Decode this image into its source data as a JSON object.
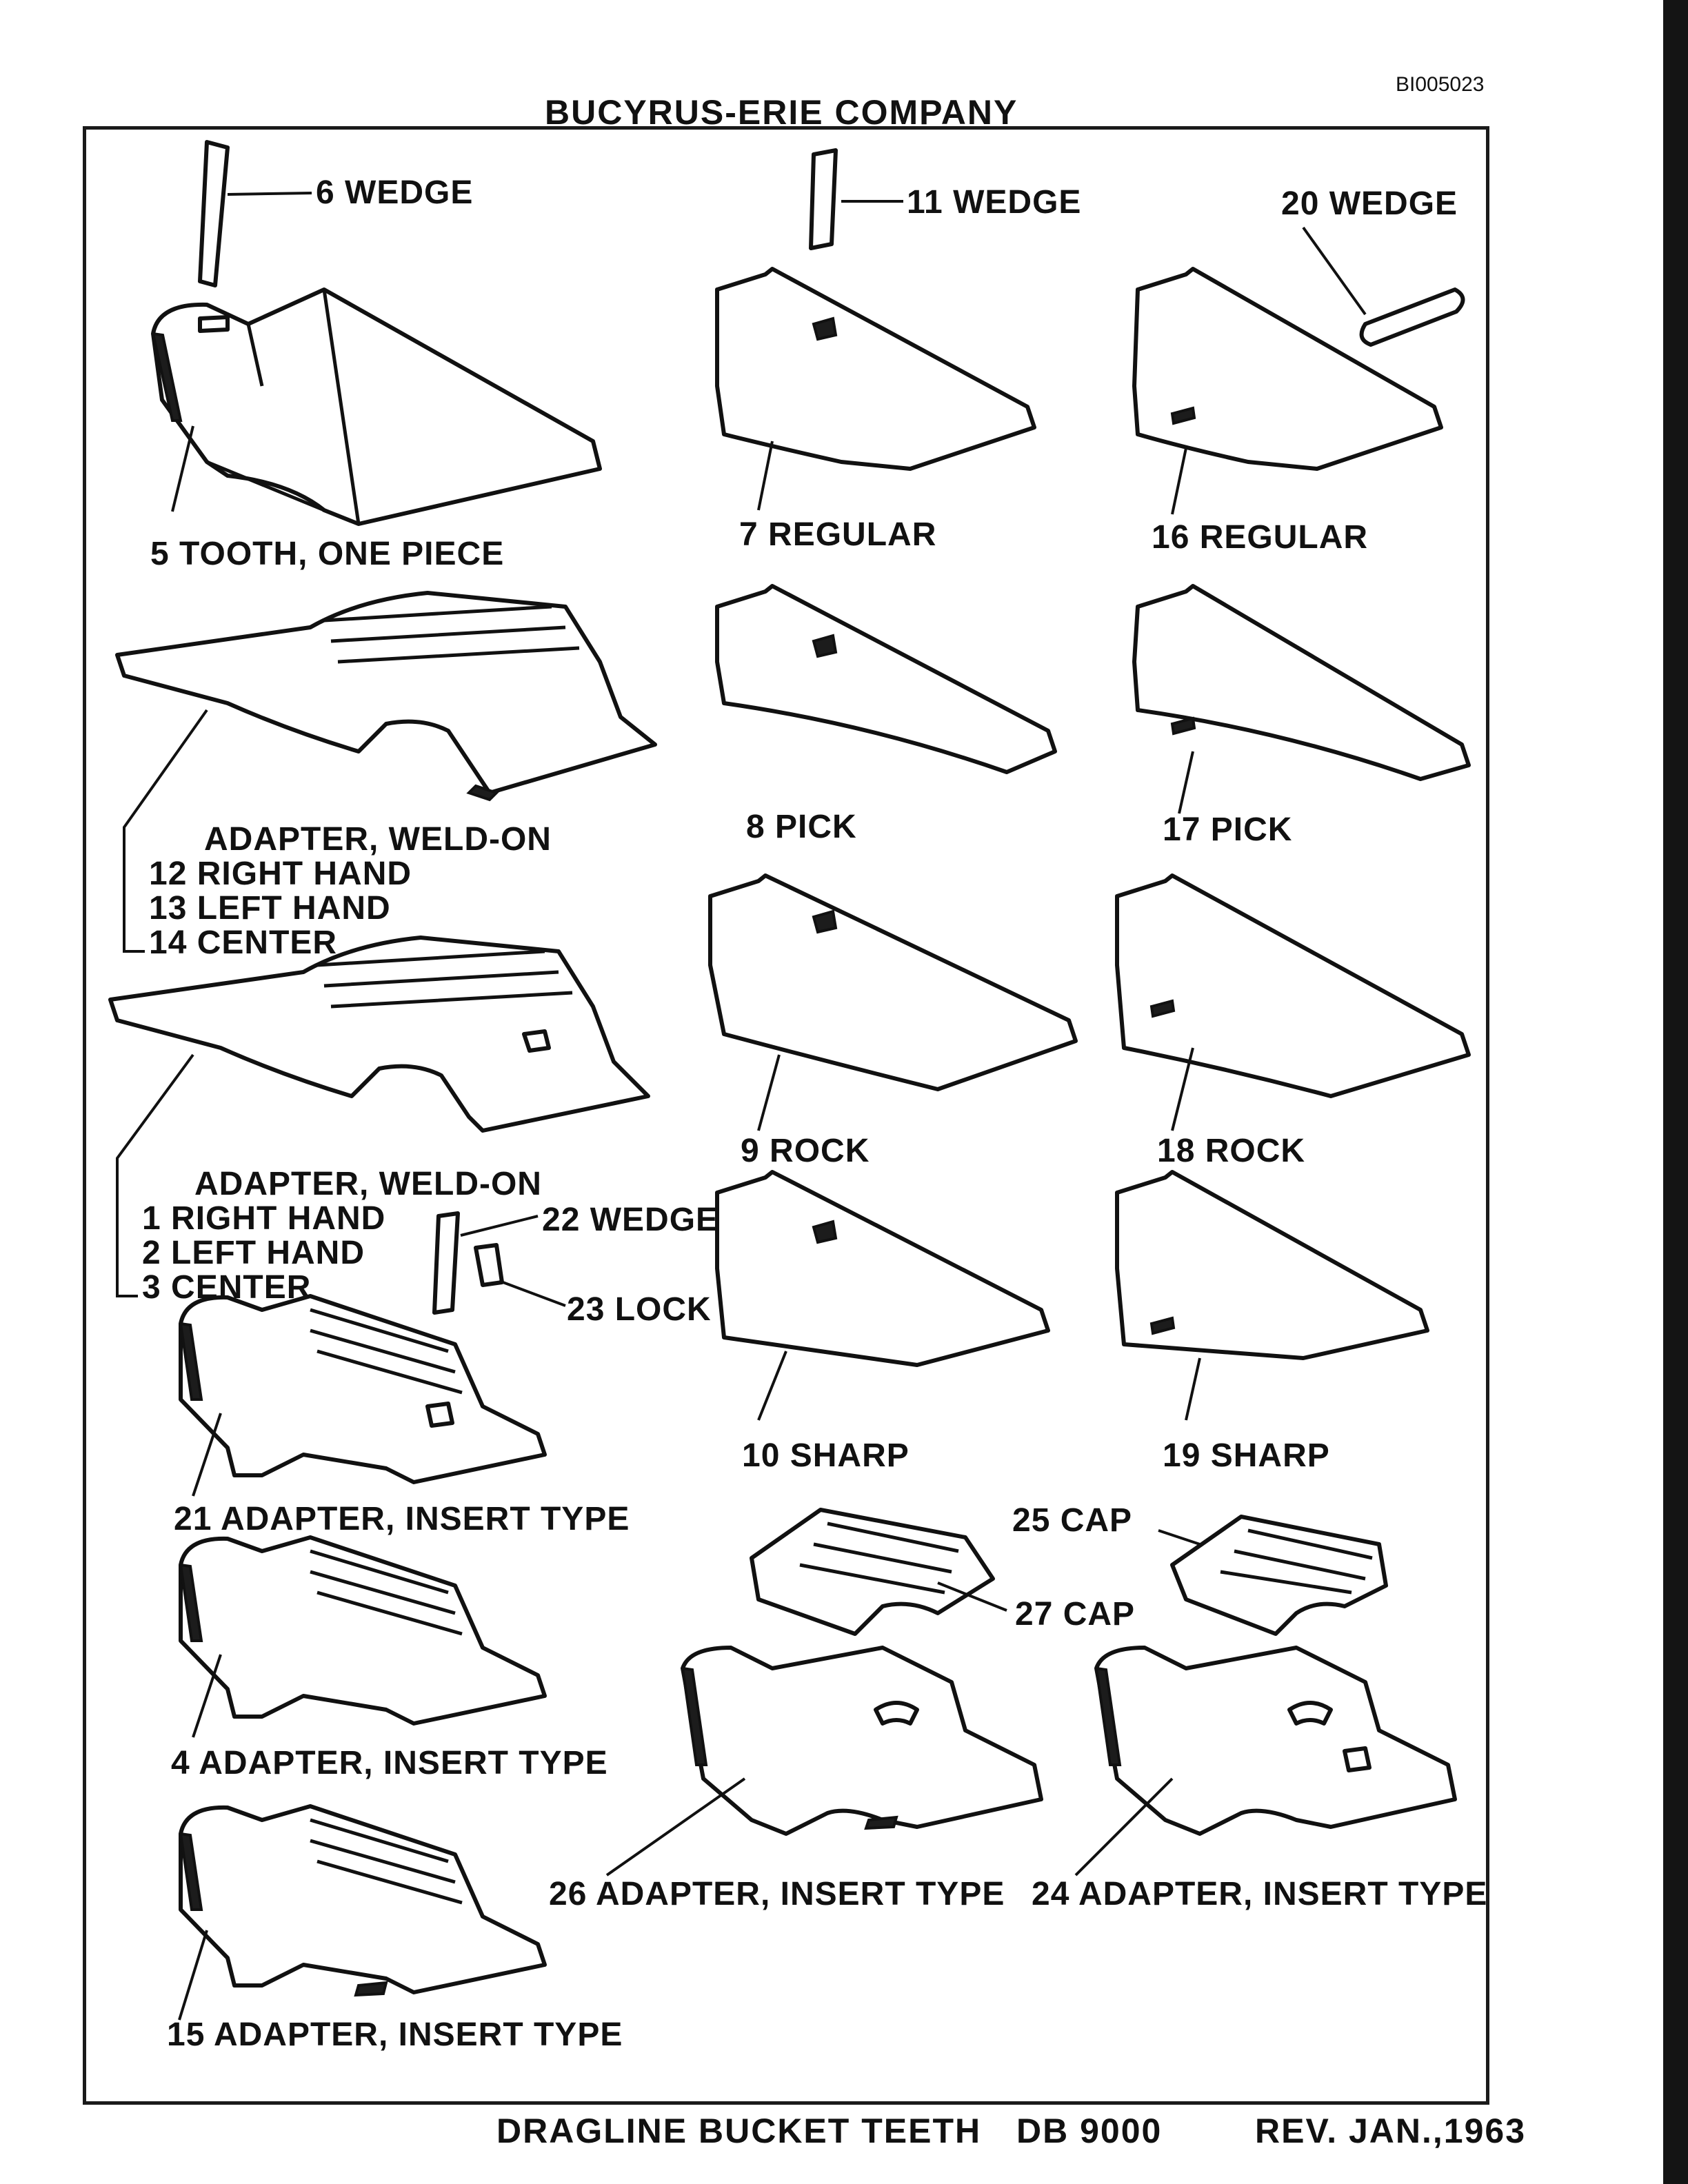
{
  "header": {
    "doc_id": "BI005023",
    "company": "BUCYRUS-ERIE COMPANY"
  },
  "footer": {
    "title": "DRAGLINE BUCKET TEETH",
    "catalog": "DB 9000",
    "revision": "REV. JAN.,1963"
  },
  "parts": {
    "wedge_6": "6 WEDGE",
    "wedge_11": "11 WEDGE",
    "wedge_20": "20 WEDGE",
    "tooth_5": "5  TOOTH, ONE PIECE",
    "regular_7": "7 REGULAR",
    "regular_16": "16 REGULAR",
    "pick_8": "8 PICK",
    "pick_17": "17 PICK",
    "rock_9": "9 ROCK",
    "rock_18": "18 ROCK",
    "sharp_10": "10 SHARP",
    "sharp_19": "19 SHARP",
    "adapter_weld_a_title": "ADAPTER, WELD-ON",
    "adapter_weld_a_12": "12 RIGHT HAND",
    "adapter_weld_a_13": "13 LEFT HAND",
    "adapter_weld_a_14": "14 CENTER",
    "adapter_weld_b_title": "ADAPTER, WELD-ON",
    "adapter_weld_b_1": "1 RIGHT HAND",
    "adapter_weld_b_2": "2 LEFT HAND",
    "adapter_weld_b_3": "3 CENTER",
    "wedge_22": "22 WEDGE",
    "lock_23": "23 LOCK",
    "adapter_21": "21 ADAPTER, INSERT TYPE",
    "adapter_4": "4  ADAPTER, INSERT TYPE",
    "adapter_15": "15 ADAPTER, INSERT TYPE",
    "cap_25": "25 CAP",
    "cap_27": "27 CAP",
    "adapter_26": "26 ADAPTER, INSERT TYPE",
    "adapter_24": "24 ADAPTER, INSERT TYPE"
  }
}
